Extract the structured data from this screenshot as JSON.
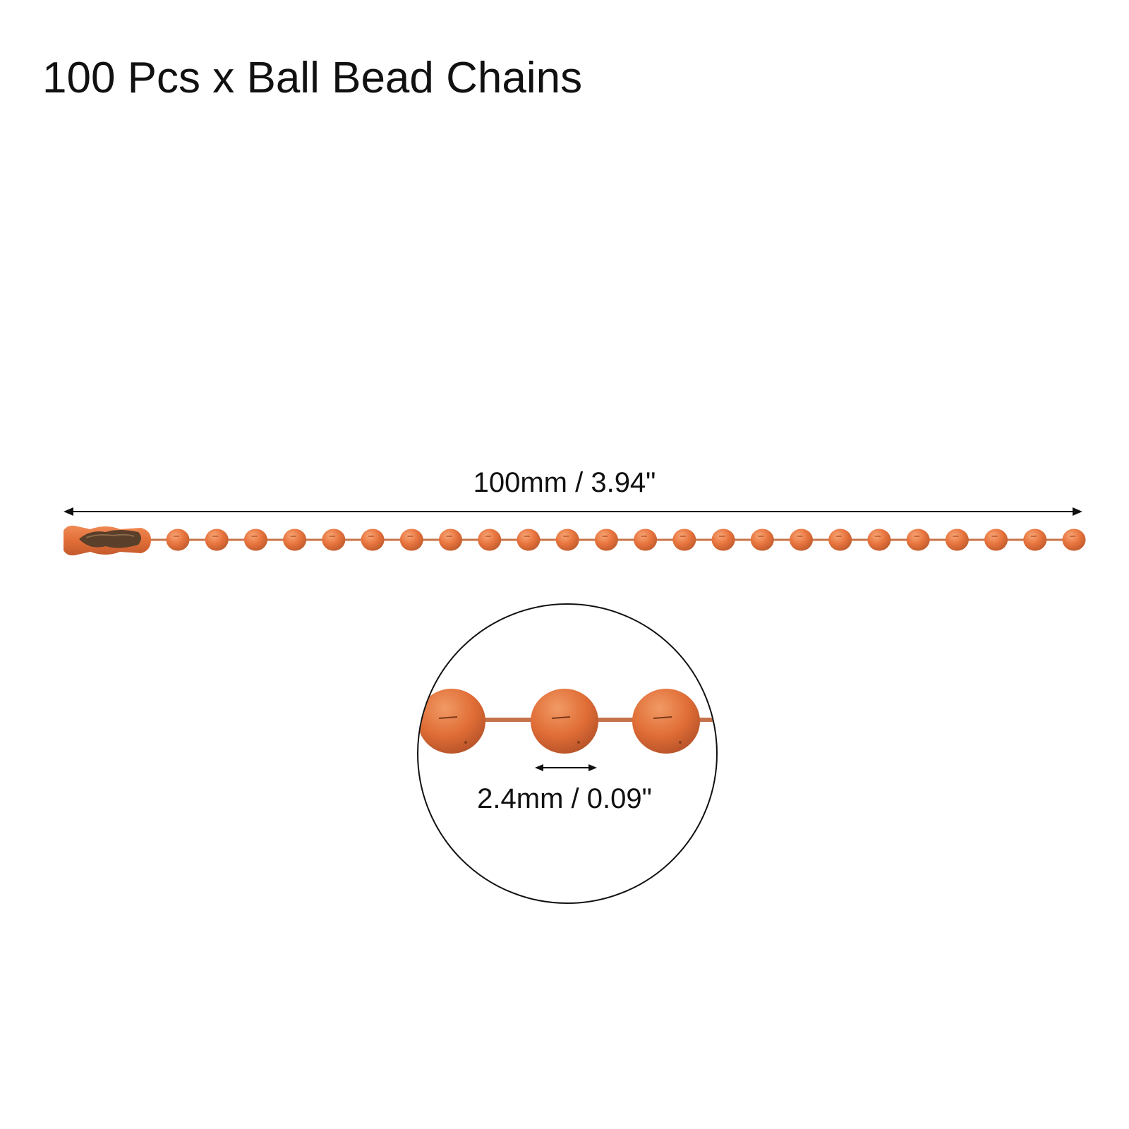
{
  "title": "100 Pcs x Ball Bead Chains",
  "dimensions": {
    "length_label": "100mm / 3.94\"",
    "bead_label": "2.4mm / 0.09\""
  },
  "chain": {
    "bead_count": 24,
    "zoom_bead_count": 3
  },
  "colors": {
    "bead": "#e8743e",
    "bead_highlight": "#f39a66",
    "bead_shadow": "#b9552a",
    "wire": "#c9734a",
    "clasp_inner": "#5a3f2a",
    "line": "#111111"
  }
}
